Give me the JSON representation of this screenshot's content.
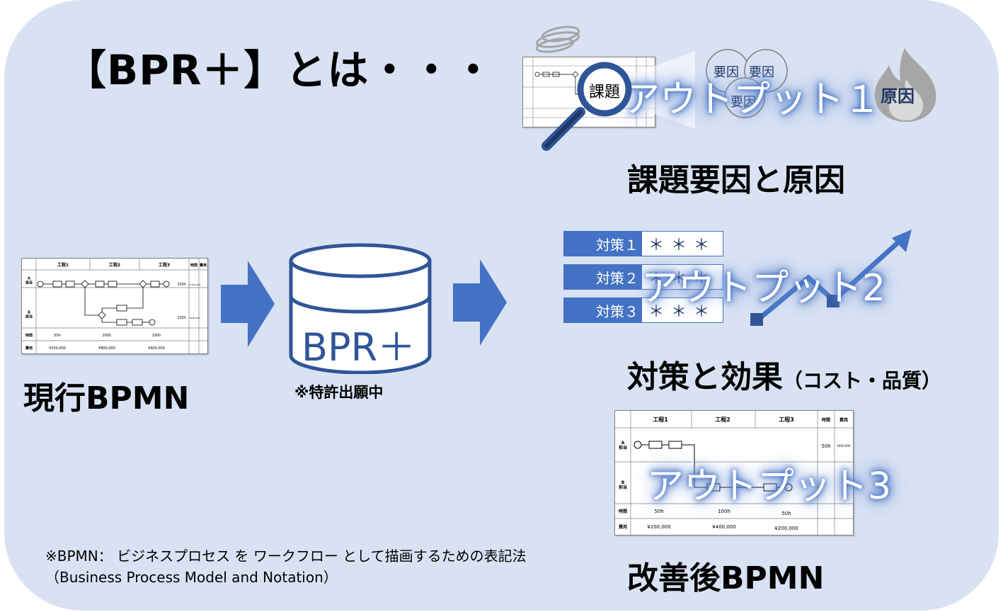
{
  "title": "【BPR＋】とは・・・",
  "current_bpmn": {
    "label": "現行BPMN",
    "headers": [
      "工程1",
      "工程2",
      "工程3",
      "時間",
      "費用"
    ],
    "rows": [
      "A\n担当",
      "B\n担当"
    ],
    "time_label": "時間",
    "cost_label": "費用",
    "time_values": [
      "50h",
      "200h",
      "100h"
    ],
    "cost_values": [
      "¥200,000",
      "¥800,000",
      "¥400,000"
    ],
    "side_values": [
      "250h",
      "¥1,400,000",
      "100h",
      "¥400,000"
    ]
  },
  "engine": {
    "label": "BPR＋",
    "note": "※特許出願中"
  },
  "output1": {
    "glow_text": "アウトプット１",
    "lens_text": "課題",
    "factor_text": "要因",
    "cause_text": "原因",
    "label": "課題要因と原因"
  },
  "output2": {
    "glow_text": "アウトプット2",
    "measures": [
      "対策１",
      "対策２",
      "対策３"
    ],
    "values": [
      "＊＊＊",
      "＊＊＊",
      "＊＊＊"
    ],
    "label": "対策と効果",
    "label_sub": "（コスト・品質）"
  },
  "output3": {
    "glow_text": "アウトプット3",
    "headers": [
      "工程1",
      "工程2",
      "工程3",
      "時間",
      "費用"
    ],
    "rows": [
      "A\n担当",
      "B\n担当"
    ],
    "time_label": "時間",
    "cost_label": "費用",
    "time_values": [
      "50h",
      "100h",
      "50h"
    ],
    "cost_values": [
      "¥200,000",
      "¥400,000",
      "¥200,000"
    ],
    "side_values": [
      "50h",
      "¥200,000"
    ],
    "label": "改善後BPMN"
  },
  "footnote": {
    "line1": "※BPMN： ビジネスプロセス を ワークフロー として描画するための表記法",
    "line2": "（Business Process Model and Notation）"
  },
  "colors": {
    "panel": "#d9e2f3",
    "accent": "#4472c4",
    "dark": "#1f3864",
    "flame": "#a6a6a6"
  }
}
